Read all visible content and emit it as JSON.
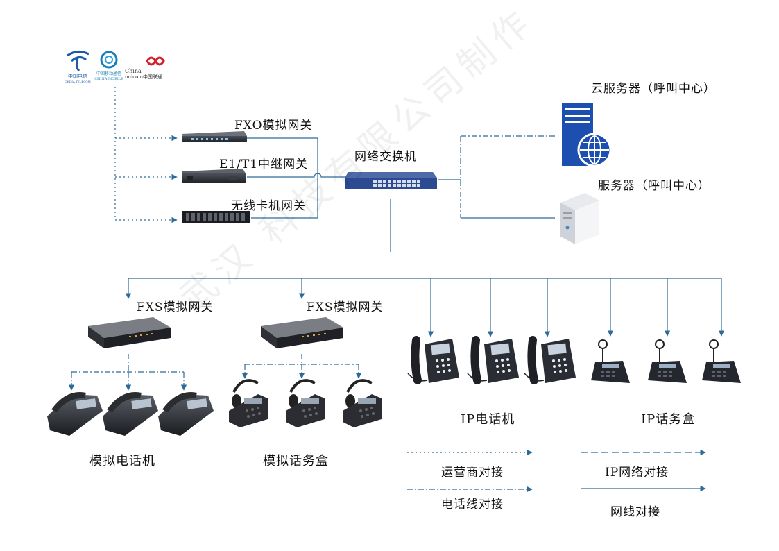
{
  "carriers": {
    "telecom": {
      "name": "中国电信",
      "sub": "CHINA TELECOM"
    },
    "mobile": {
      "name": "中国移动通信",
      "sub": "CHINA MOBILE"
    },
    "unicom": {
      "name": "China",
      "sub": "unicom中国联通"
    }
  },
  "gateways": {
    "fxo": "FXO模拟网关",
    "e1t1": "E1/T1中继网关",
    "wireless": "无线卡机网关"
  },
  "switch": "网络交换机",
  "servers": {
    "cloud": "云服务器（呼叫中心）",
    "local": "服务器（呼叫中心）"
  },
  "fxs": {
    "left": "FXS模拟网关",
    "right": "FXS模拟网关"
  },
  "endpoints": {
    "analog_phone": "模拟电话机",
    "analog_box": "模拟话务盒",
    "ip_phone": "IP电话机",
    "ip_box": "IP话务盒"
  },
  "legend": {
    "carrier": "运营商对接",
    "ip_network": "IP网络对接",
    "phone_line": "电话线对接",
    "network_line": "网线对接"
  },
  "watermark": "武汉 科技有限公司制作",
  "colors": {
    "line": "#2c6b99",
    "device": "#2a2e38",
    "accent": "#1f4fa8"
  }
}
